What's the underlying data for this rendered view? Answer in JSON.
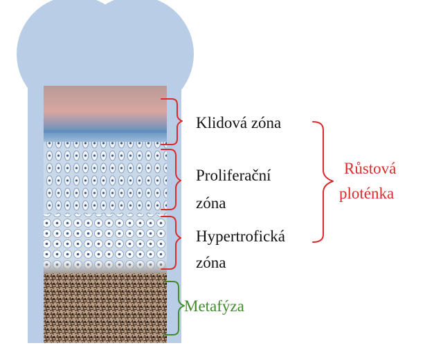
{
  "colors": {
    "bone_silhouette": "#b9cee6",
    "bracket_red": "#d92b2b",
    "bracket_green": "#3f8a2a",
    "text_dark": "#111111"
  },
  "labels": {
    "resting_zone": "Klidová zóna",
    "proliferative_zone_line1": "Proliferační",
    "proliferative_zone_line2": "zóna",
    "hypertrophic_zone_line1": "Hypertrofická",
    "hypertrophic_zone_line2": "zóna",
    "metaphysis": "Metafýza",
    "growth_plate_line1": "Růstová",
    "growth_plate_line2": "ploténka"
  },
  "icons": [
    "bone-silhouette",
    "histology-micrograph"
  ]
}
